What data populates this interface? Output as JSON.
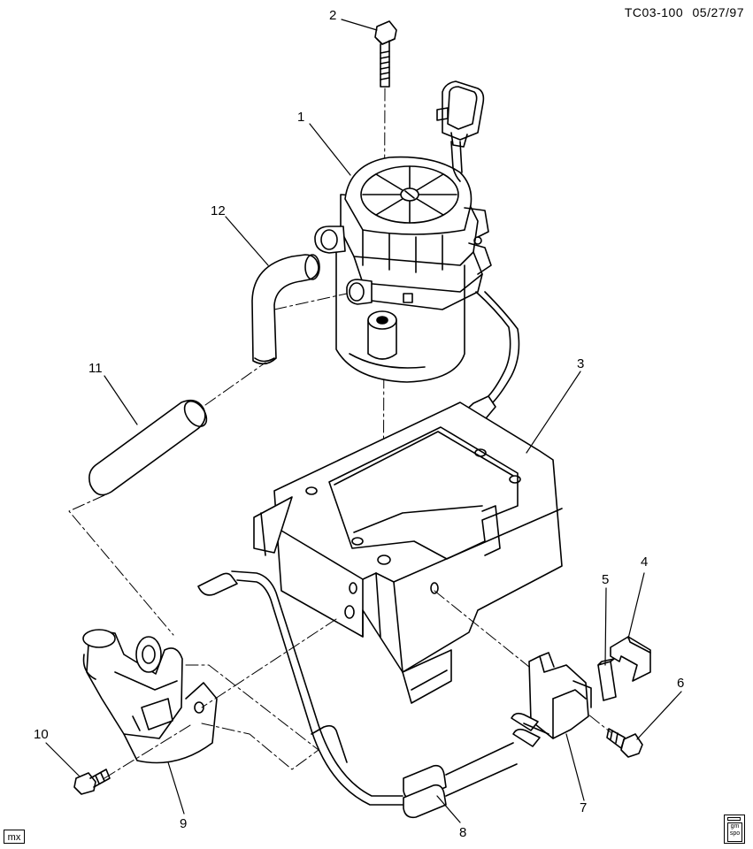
{
  "header": {
    "code": "TC03-100",
    "date": "05/27/97"
  },
  "callouts": [
    {
      "id": "c1",
      "label": "1"
    },
    {
      "id": "c2",
      "label": "2"
    },
    {
      "id": "c3",
      "label": "3"
    },
    {
      "id": "c4",
      "label": "4"
    },
    {
      "id": "c5",
      "label": "5"
    },
    {
      "id": "c6",
      "label": "6"
    },
    {
      "id": "c7",
      "label": "7"
    },
    {
      "id": "c8",
      "label": "8"
    },
    {
      "id": "c9",
      "label": "9"
    },
    {
      "id": "c10",
      "label": "10"
    },
    {
      "id": "c11",
      "label": "11"
    },
    {
      "id": "c12",
      "label": "12"
    }
  ],
  "footer": {
    "mx_label": "mx",
    "logo_text": "gm spo"
  },
  "colors": {
    "ink": "#000000",
    "paper": "#ffffff"
  }
}
